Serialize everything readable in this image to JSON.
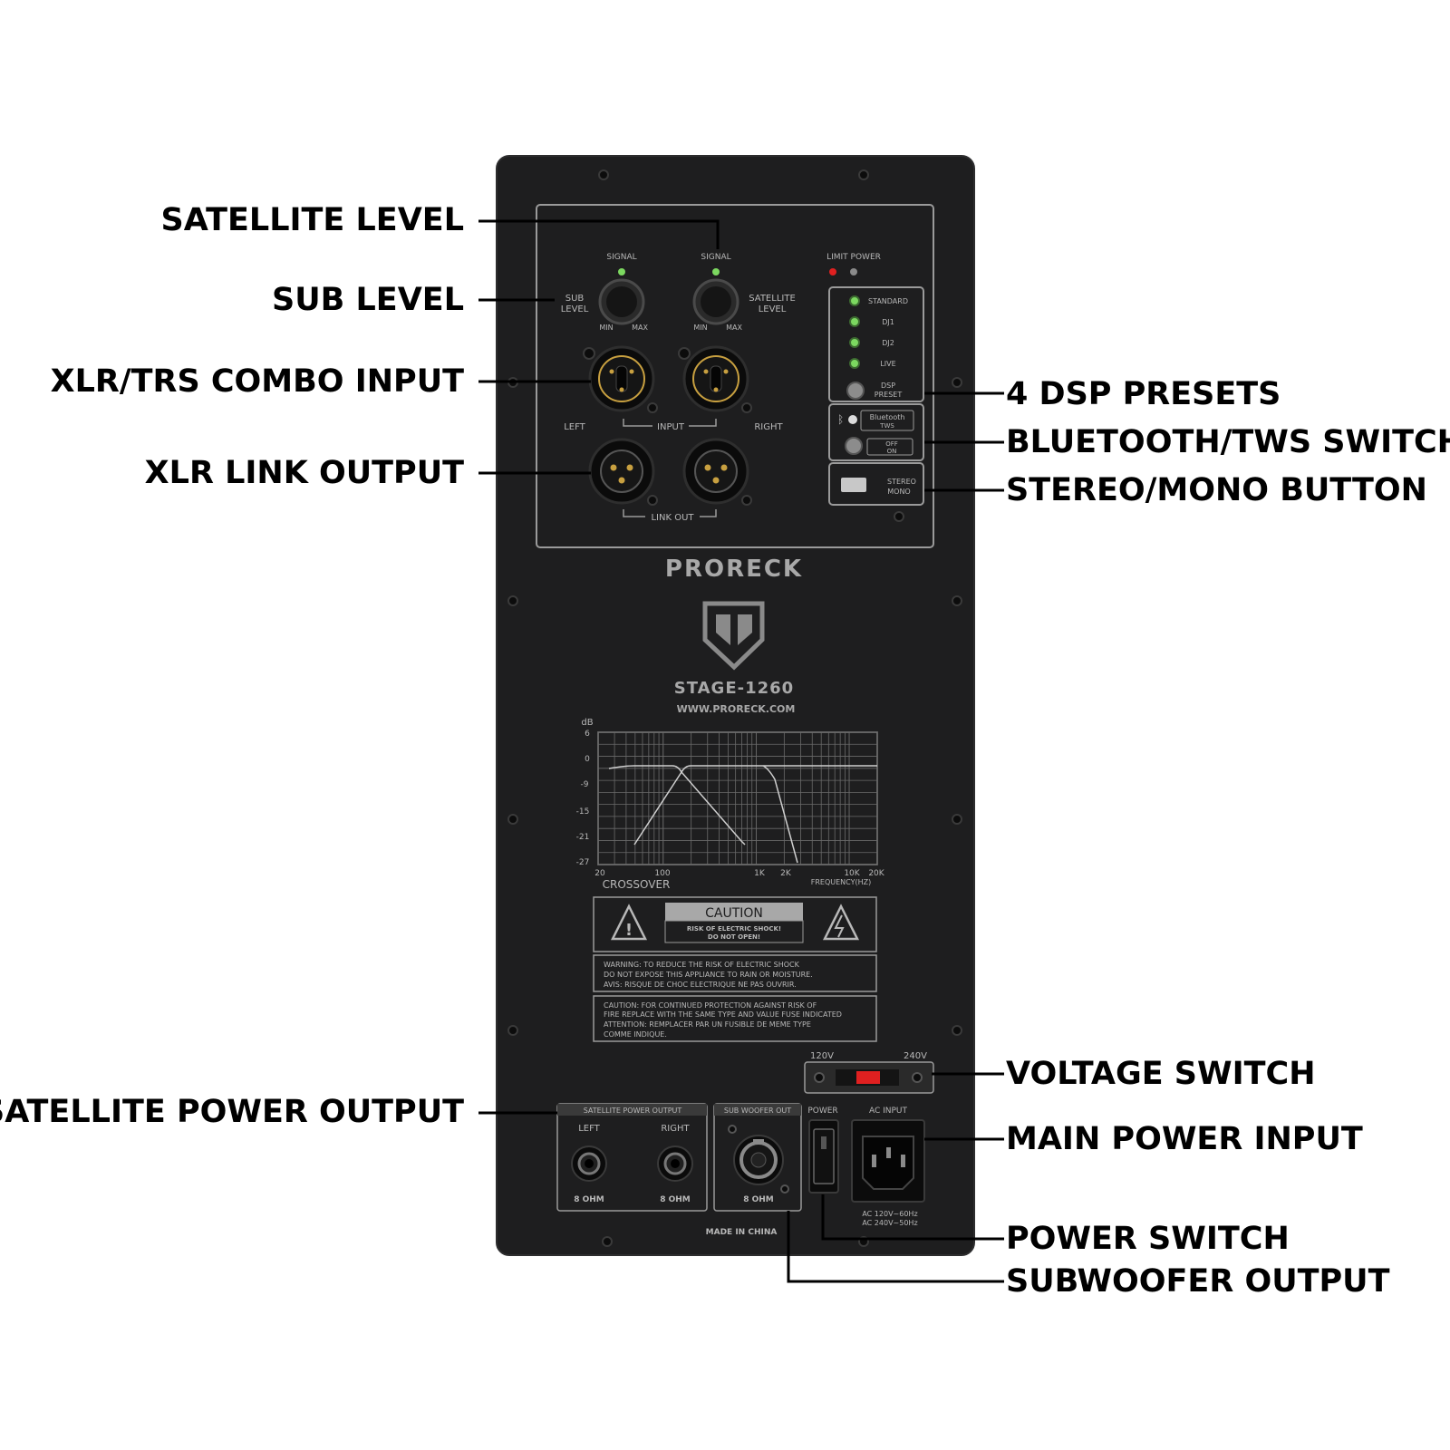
{
  "callouts": {
    "satellite_level": "SATELLITE LEVEL",
    "sub_level": "SUB LEVEL",
    "xlr_trs_combo_input": "XLR/TRS COMBO INPUT",
    "xlr_link_output": "XLR LINK OUTPUT",
    "dsp_presets": "4 DSP PRESETS",
    "bluetooth_tws_switch": "BLUETOOTH/TWS SWITCH",
    "stereo_mono_button": "STEREO/MONO BUTTON",
    "voltage_switch": "VOLTAGE SWITCH",
    "satellite_power_output": "SATELLITE POWER OUTPUT",
    "main_power_input": "MAIN POWER INPUT",
    "power_switch": "POWER SWITCH",
    "subwoofer_output": "SUBWOOFER OUTPUT"
  },
  "panel": {
    "signal_left": "SIGNAL",
    "signal_right": "SIGNAL",
    "limit_power": "LIMIT POWER",
    "sub_level_line1": "SUB",
    "sub_level_line2": "LEVEL",
    "satellite_level_line1": "SATELLITE",
    "satellite_level_line2": "LEVEL",
    "min_left": "MIN",
    "max_left": "MAX",
    "min_right": "MIN",
    "max_right": "MAX",
    "presets": [
      "STANDARD",
      "DJ1",
      "DJ2",
      "LIVE"
    ],
    "dsp_preset_line1": "DSP",
    "dsp_preset_line2": "PRESET",
    "bluetooth_label": "Bluetooth",
    "tws_label": "TWS",
    "off_label": "OFF",
    "on_label": "ON",
    "stereo_label": "STEREO",
    "mono_label": "MONO",
    "left_label": "LEFT",
    "input_label": "INPUT",
    "right_label": "RIGHT",
    "link_out_label": "LINK OUT",
    "brand": "PRORECK",
    "model": "STAGE-1260",
    "website": "WWW.PRORECK.COM",
    "graph": {
      "db_label": "dB",
      "db_ticks": [
        "6",
        "0",
        "-9",
        "-15",
        "-21",
        "-27"
      ],
      "freq_ticks": [
        "20",
        "100",
        "1K",
        "2K",
        "10K",
        "20K"
      ],
      "crossover_label": "CROSSOVER",
      "frequency_label": "FREQUENCY(HZ)"
    },
    "caution_title": "CAUTION",
    "caution_sub1": "RISK OF ELECTRIC SHOCK!",
    "caution_sub2": "DO NOT OPEN!",
    "warning_lines": [
      "WARNING: TO REDUCE THE RISK OF ELECTRIC SHOCK",
      "DO NOT EXPOSE THIS APPLIANCE TO RAIN OR MOISTURE.",
      "AVIS: RISQUE DE CHOC ELECTRIQUE NE PAS OUVRIR."
    ],
    "caution_lines": [
      "CAUTION: FOR CONTINUED PROTECTION AGAINST RISK OF",
      "FIRE REPLACE WITH THE SAME TYPE AND VALUE FUSE INDICATED",
      "ATTENTION: REMPLACER PAR UN FUSIBLE DE MEME TYPE",
      "COMME INDIQUE."
    ],
    "v120": "120V",
    "v240": "240V",
    "satellite_power_output": "SATELLITE POWER OUTPUT",
    "left_out": "LEFT",
    "right_out": "RIGHT",
    "ohm_left": "8 OHM",
    "ohm_right": "8 OHM",
    "sub_woofer_out": "SUB WOOFER OUT",
    "ohm_sub": "8 OHM",
    "power_label": "POWER",
    "ac_input": "AC INPUT",
    "ac_line1": "AC 120V~60Hz",
    "ac_line2": "AC 240V~50Hz",
    "made_in": "MADE IN CHINA"
  },
  "colors": {
    "panel": "#1e1e1f",
    "panel_line": "#9a9a9a",
    "label_gray": "#b8b8b8",
    "led_green": "#7cd860",
    "led_red": "#e02020"
  }
}
